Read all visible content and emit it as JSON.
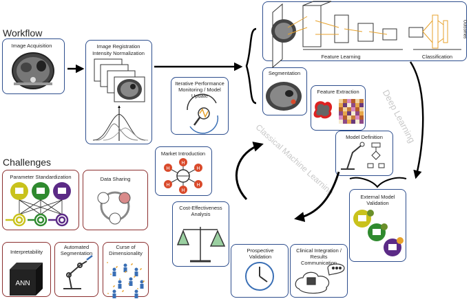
{
  "workflow": {
    "title": "Workflow",
    "image_acquisition": "Image Acquisition",
    "registration_line1": "Image Registration",
    "registration_line2": "Intensity Normalization",
    "segmentation": "Segmentation",
    "feature_extraction": "Feature Extraction",
    "feature_learning": "Feature Learning",
    "classification": "Classification",
    "outcomes": "Outcomes",
    "deep_learning": "Deep Learning",
    "classical_ml": "Classical Machine Learning",
    "model_definition": "Model Definition",
    "external_validation_line1": "External Model",
    "external_validation_line2": "Validation",
    "clinical_line1": "Clinical Integration /",
    "clinical_line2": "Results",
    "clinical_line3": "Communication",
    "prospective": "Prospective Validation",
    "cost_line1": "Cost-Effectiveness",
    "cost_line2": "Analysis",
    "market": "Market Introduction",
    "iterative_line1": "Iterative Performance",
    "iterative_line2": "Monitoring / Model",
    "iterative_line3": "Update",
    "market_h": "H",
    "ann": "ANN"
  },
  "challenges": {
    "title": "Challenges",
    "parameter": "Parameter Standardization",
    "data_sharing": "Data Sharing",
    "interpretability": "Interpretability",
    "automated_line1": "Automated",
    "automated_line2": "Segmentation",
    "curse_line1": "Curse of",
    "curse_line2": "Dimensionality"
  },
  "colors": {
    "workflow_border": "#2b4c8c",
    "challenge_border": "#8a2d2d",
    "deep_orange": "#e7a22b",
    "hospital_yellow": "#c9c21c",
    "hospital_green": "#2f8a2f",
    "hospital_purple": "#5b2a86",
    "market_red": "#d94a2b"
  }
}
